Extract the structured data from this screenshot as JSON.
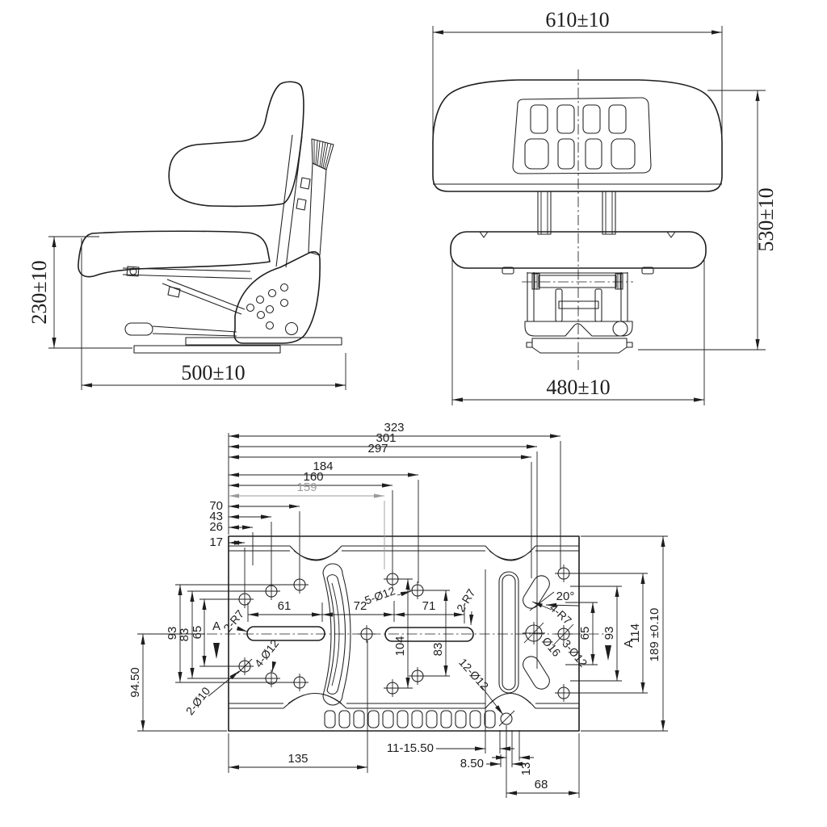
{
  "colors": {
    "ink": "#1e1e1e",
    "reference_dim": "#9a9a9a",
    "background": "#ffffff"
  },
  "side_view": {
    "height_dim": "230±10",
    "width_dim": "500±10"
  },
  "back_view": {
    "top_width_dim": "610±10",
    "height_dim": "530±10",
    "bottom_width_dim": "480±10"
  },
  "plate_view": {
    "top_dims": {
      "d323": "323",
      "d301": "301",
      "d297": "297",
      "d184": "184",
      "d160": "160",
      "d159": "159",
      "d70": "70",
      "d43": "43",
      "d26": "26",
      "d17": "17"
    },
    "left_dims": {
      "d93": "93",
      "d83": "83",
      "d65": "65",
      "d94_50": "94.50"
    },
    "right_dims": {
      "d65": "65",
      "d93": "93",
      "d114": "114",
      "d189": "189 ±0.10"
    },
    "inner_dims": {
      "d61": "61",
      "d72": "72",
      "d71": "71",
      "d104": "104",
      "d83": "83"
    },
    "bottom_dims": {
      "d135": "135",
      "d11_15_50": "11-15.50",
      "d8_50": "8.50",
      "d13": "13",
      "d68": "68"
    },
    "callouts": {
      "left_slot_radius": "2-R7",
      "left_holes": "4-Ø12",
      "left_small_holes": "2-Ø10",
      "center_holes": "5-Ø12",
      "center_slot_radius": "2-R7",
      "bottom_holes": "12-Ø12",
      "kidney_radius": "4-R7",
      "kidney_angle": "20°",
      "big_hole": "Ø16",
      "right_holes": "3-Ø12"
    },
    "datum": "A"
  }
}
